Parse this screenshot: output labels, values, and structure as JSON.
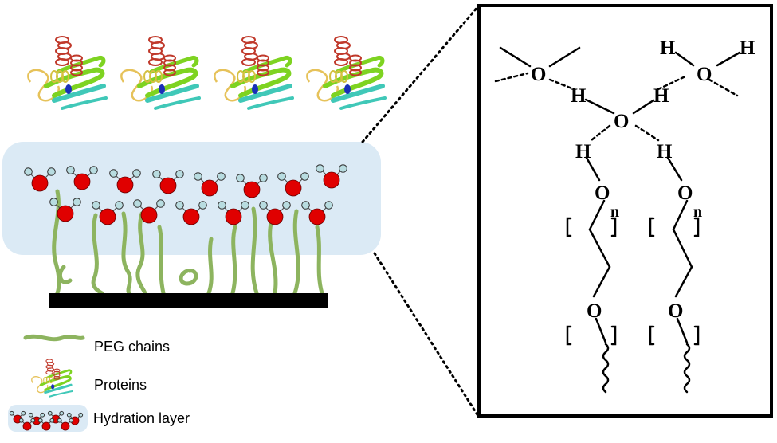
{
  "legend": {
    "peg_chains": "PEG chains",
    "proteins": "Proteins",
    "hydration_layer": "Hydration layer"
  },
  "chem": {
    "hydrogen": "H",
    "oxygen": "O",
    "repeat_subscript": "n"
  },
  "colors": {
    "peg_green": "#8db45f",
    "water_oxygen": "#e00000",
    "water_hydrogen": "#b8dce0",
    "hydration_fill": "#dbeaf5",
    "substrate": "#000000",
    "helix": "#c0392b",
    "sheet_green": "#7ed321",
    "sheet_cyan": "#40c8b8",
    "loop_yellow": "#e6c25a"
  },
  "icons": [
    "protein-icon",
    "water-molecule-icon",
    "wavy-bond-icon"
  ]
}
